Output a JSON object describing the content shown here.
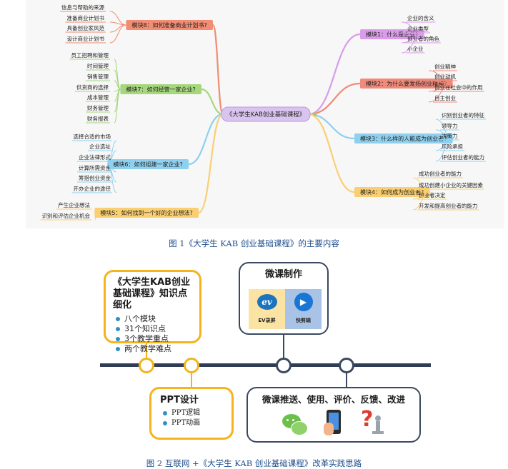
{
  "mindmap": {
    "center": "《大学生KAB创业基础课程》",
    "modules": [
      {
        "label": "模块1：什么是企业?",
        "side": "right",
        "color": "#d99ce8",
        "leaves": [
          "企业的含义",
          "企业类型",
          "创业者的角色",
          "小企业"
        ]
      },
      {
        "label": "模块2：为什么要发扬创业精神?",
        "side": "right",
        "color": "#f08a7a",
        "leaves": [
          "创业精神",
          "创业动机",
          "创业在社会中的作用",
          "自主创业"
        ]
      },
      {
        "label": "模块3：什么样的人能成为创业者?",
        "side": "right",
        "color": "#8fd0ef",
        "leaves": [
          "识别创业者的特征",
          "领导力",
          "决策力",
          "风险承担",
          "评估创业者的能力"
        ]
      },
      {
        "label": "模块4：如何成为创业者?",
        "side": "right",
        "color": "#f9cf72",
        "leaves": [
          "成功创业者的能力",
          "成功创建小企业的关键因素",
          "创业者决定",
          "开发和提高创业者的能力"
        ]
      },
      {
        "label": "模块8：如何准备商业计划书?",
        "side": "left",
        "color": "#f28c73",
        "leaves": [
          "信息与帮助的来源",
          "准备商业计划书",
          "具备创业家风范",
          "设计商业计划书"
        ]
      },
      {
        "label": "模块7：如何经营一家企业?",
        "side": "left",
        "color": "#a6d77d",
        "leaves": [
          "员工招聘和管理",
          "时间管理",
          "销售管理",
          "供货商的选择",
          "成本管理",
          "财务管理",
          "财务报表"
        ]
      },
      {
        "label": "模块6：如何组建一家企业?",
        "side": "left",
        "color": "#8fd0ef",
        "leaves": [
          "选择合适的市场",
          "企业选址",
          "企业法律形式",
          "计算所需资金",
          "筹措创业资金",
          "开办企业的途径"
        ]
      },
      {
        "label": "模块5：如何找到一个好的企业想法?",
        "side": "left",
        "color": "#f9cf72",
        "leaves": [
          "产生企业想法",
          "识别和评估企业机会"
        ]
      }
    ]
  },
  "caption1": "图 1《大学生 KAB 创业基础课程》的主要内容",
  "flow": {
    "box1": {
      "title": "《大学生KAB创业基础课程》知识点细化",
      "items": [
        "八个模块",
        "31个知识点",
        "3个教学重点",
        "两个教学难点"
      ]
    },
    "box2": {
      "title": "微课制作",
      "apps": [
        {
          "name": "EV录屏",
          "glyph": "ev"
        },
        {
          "name": "快剪辑",
          "glyph": "▶"
        }
      ]
    },
    "box3": {
      "title": "PPT设计",
      "items": [
        "PPT逻辑",
        "PPT动画"
      ]
    },
    "box4": {
      "title": "微课推送、使用、评价、反馈、改进",
      "icons": [
        "wechat-icon",
        "phone-hand-icon",
        "question-figure-icon"
      ]
    }
  },
  "caption2": "图 2  互联网 +《大学生 KAB 创业基础课程》改革实践思路",
  "colors": {
    "timeline": "#2f3e54",
    "yellow": "#f4b41a",
    "navy": "#3a4960",
    "accent": "#2e8fc2",
    "caption": "#1f4e8c"
  }
}
